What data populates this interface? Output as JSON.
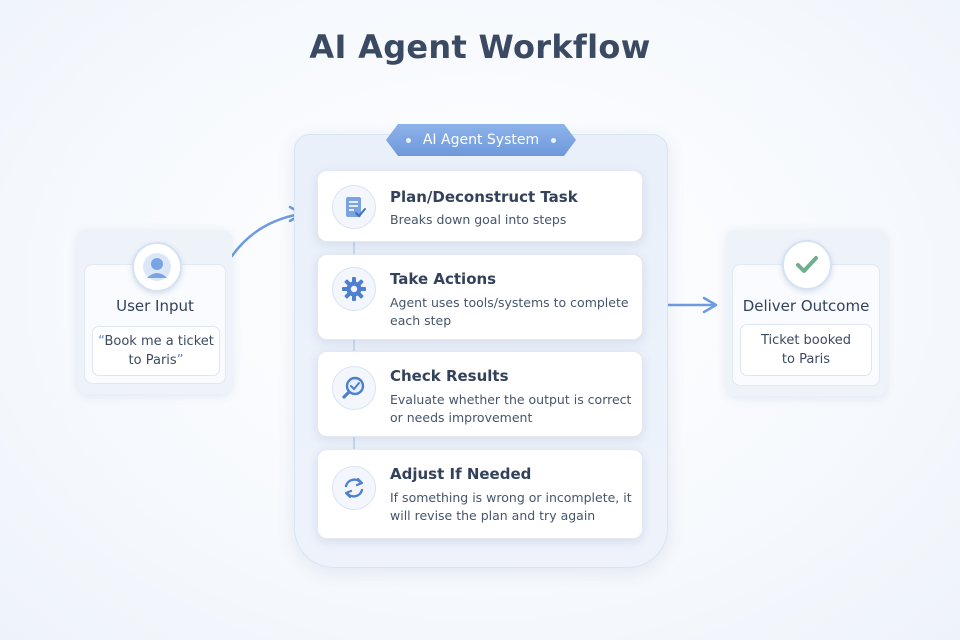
{
  "title": "AI Agent Workflow",
  "input": {
    "label": "User Input",
    "quote_line1": "Book me a ticket",
    "quote_line2": "to Paris",
    "icon": "user-icon"
  },
  "system": {
    "label": "AI Agent System",
    "steps": [
      {
        "title": "Plan/Deconstruct Task",
        "desc_line1": "Breaks down goal into steps",
        "desc_line2": "",
        "icon": "checklist-icon"
      },
      {
        "title": "Take Actions",
        "desc_line1": "Agent uses tools/systems to complete",
        "desc_line2": "each step",
        "icon": "gear-icon"
      },
      {
        "title": "Check Results",
        "desc_line1": "Evaluate whether the output is correct",
        "desc_line2": "or needs improvement",
        "icon": "magnifier-check-icon"
      },
      {
        "title": "Adjust If Needed",
        "desc_line1": "If something is wrong or incomplete, it",
        "desc_line2": "will revise the plan and try again",
        "icon": "refresh-icon"
      }
    ]
  },
  "output": {
    "label": "Deliver Outcome",
    "result_line1": "Ticket booked",
    "result_line2": "to Paris",
    "icon": "checkmark-icon"
  },
  "colors": {
    "accent": "#6e98dc",
    "success": "#6fae8f",
    "text": "#33425a"
  }
}
